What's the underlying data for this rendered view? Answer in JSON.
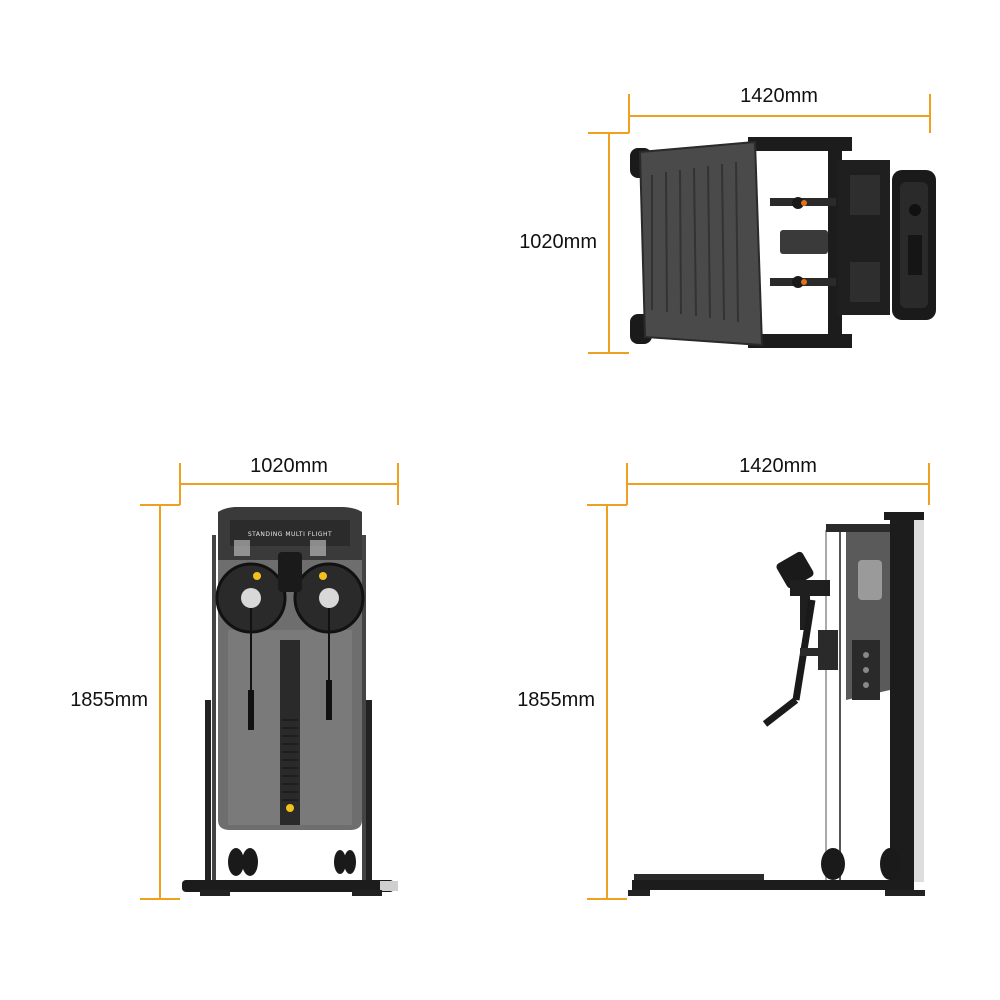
{
  "dimensions": {
    "top_view": {
      "width": "1420mm",
      "depth": "1020mm"
    },
    "front_view": {
      "width": "1020mm",
      "height": "1855mm"
    },
    "side_view": {
      "width": "1420mm",
      "height": "1855mm"
    }
  },
  "machine_plate": {
    "text": "STANDING MULTI FLIGHT"
  },
  "colors": {
    "dimension_line": "#f0a020",
    "frame": "#1c1c1c",
    "panel": "#4a4a4a",
    "shroud": "#6e6e6e",
    "accent": "#f2c21b",
    "text": "#111111",
    "background": "#ffffff"
  }
}
